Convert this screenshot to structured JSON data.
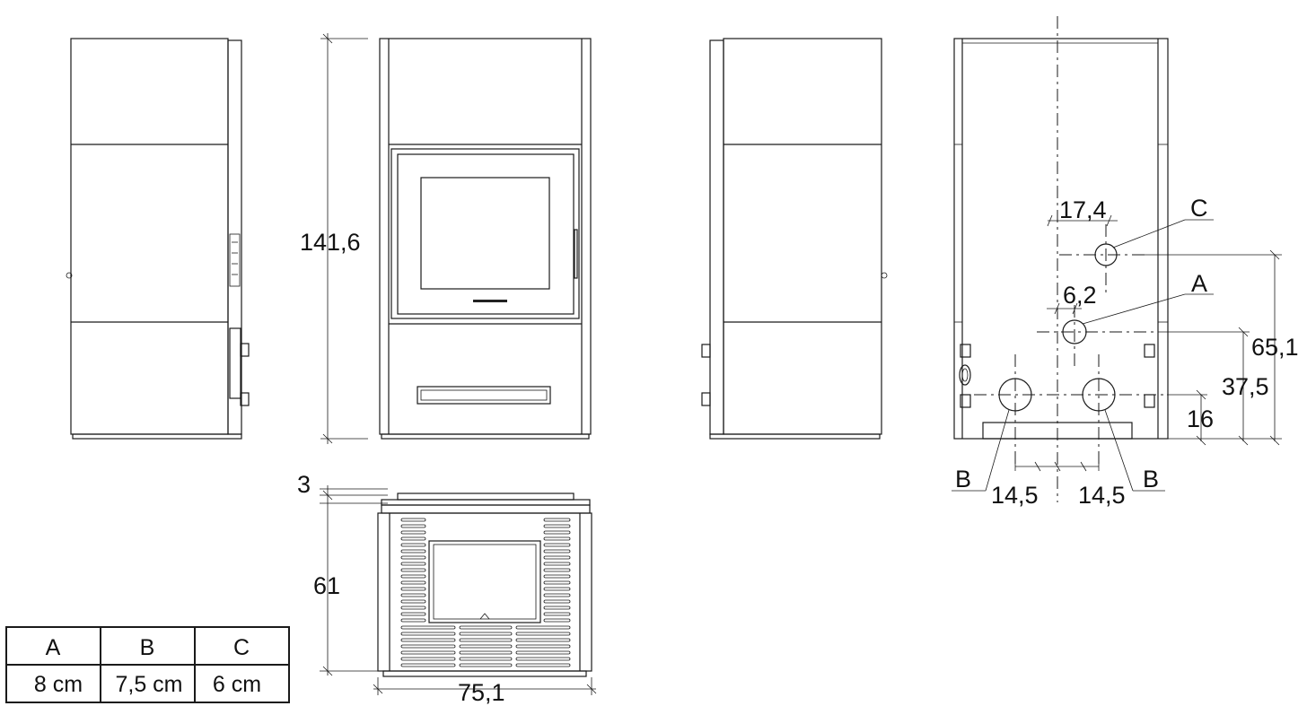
{
  "dimensions": {
    "height": "141,6",
    "top_offset": "3",
    "depth": "61",
    "width": "75,1",
    "conn_c_offset": "17,4",
    "conn_a_offset": "6,2",
    "height_65": "65,1",
    "height_37": "37,5",
    "height_16": "16",
    "spacing_left": "14,5",
    "spacing_right": "14,5"
  },
  "connection_labels": {
    "a": "A",
    "b_left": "B",
    "b_right": "B",
    "c": "C"
  },
  "legend_table": {
    "headers": [
      "A",
      "B",
      "C"
    ],
    "values": [
      "8 cm",
      "7,5 cm",
      "6 cm"
    ]
  }
}
